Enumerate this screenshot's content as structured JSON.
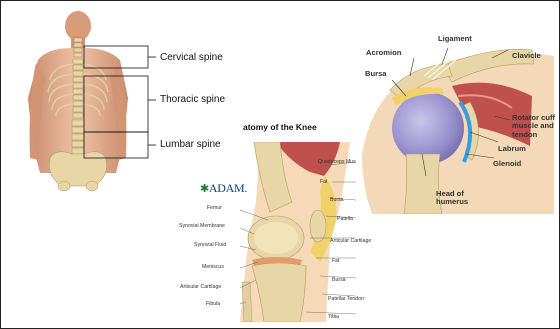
{
  "spine": {
    "labels": [
      "Cervical spine",
      "Thoracic spine",
      "Lumbar spine"
    ]
  },
  "knee": {
    "title": "atomy of the Knee",
    "logo": "ADAM.",
    "left_labels": [
      "Femur",
      "Synovial Membrane",
      "Synovial Fluid",
      "Meniscus",
      "Articular Cartilage",
      "Fibula"
    ],
    "right_labels": [
      "Quadriceps Mus",
      "Fat",
      "Bursa",
      "Patella",
      "Articular Cartilage",
      "Fat",
      "Bursa",
      "Patellar Tendon",
      "Tibia"
    ]
  },
  "shoulder": {
    "labels": [
      "Ligament",
      "Acromion",
      "Clavicle",
      "Bursa",
      "Rotator cuff muscle and tendon",
      "Labrum",
      "Glenoid",
      "Head of humerus"
    ]
  },
  "colors": {
    "skin": "#e8b899",
    "bone": "#e9d6a6",
    "muscle": "#c0504d",
    "humerus_head": "#8a8fc8",
    "labrum_blue": "#3b9be0"
  }
}
